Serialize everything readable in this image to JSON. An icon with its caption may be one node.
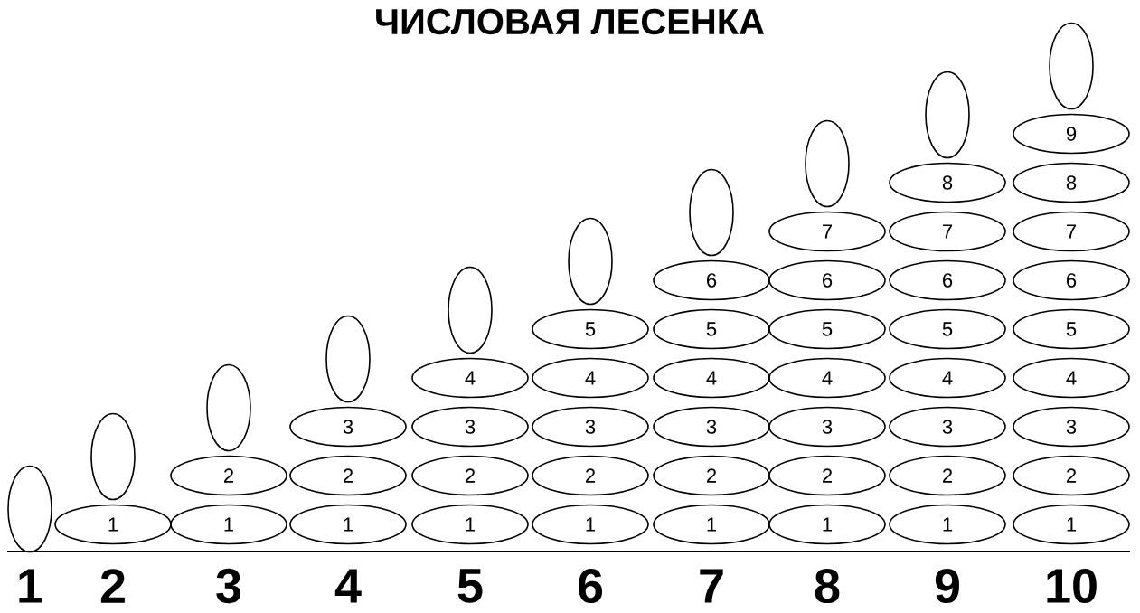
{
  "diagram": {
    "title": "ЧИСЛОВАЯ ЛЕСЕНКА",
    "nodes": [
      {
        "text": [],
        "shape": "ellipse"
      },
      {
        "text": [
          "1"
        ]
      },
      {
        "text": [],
        "shape": "ellipse"
      },
      {
        "text": [
          "1"
        ]
      },
      {
        "text": [
          "2"
        ]
      },
      {
        "text": [],
        "shape": "ellipse"
      },
      {
        "text": [
          "1"
        ]
      },
      {
        "text": [
          "2"
        ]
      },
      {
        "text": [
          "3"
        ]
      },
      {
        "text": [],
        "shape": "ellipse"
      },
      {
        "text": [
          "1"
        ]
      },
      {
        "text": [
          "2"
        ]
      },
      {
        "text": [
          "3"
        ]
      },
      {
        "text": [
          "4"
        ]
      },
      {
        "text": [],
        "shape": "ellipse"
      },
      {
        "text": [
          "1"
        ]
      },
      {
        "text": [
          "2"
        ]
      },
      {
        "text": [
          "3"
        ]
      },
      {
        "text": [
          "4"
        ]
      },
      {
        "text": [
          "5"
        ]
      },
      {
        "text": [],
        "shape": "ellipse"
      },
      {
        "text": [
          "1"
        ]
      },
      {
        "text": [
          "2"
        ]
      },
      {
        "text": [
          "3"
        ]
      },
      {
        "text": [
          "4"
        ]
      },
      {
        "text": [
          "5"
        ]
      },
      {
        "text": [
          "6"
        ]
      },
      {
        "text": [],
        "shape": "ellipse"
      },
      {
        "text": [
          "1"
        ]
      },
      {
        "text": [
          "2"
        ]
      },
      {
        "text": [
          "3"
        ]
      },
      {
        "text": [
          "4"
        ]
      },
      {
        "text": [
          "5"
        ]
      },
      {
        "text": [
          "6"
        ]
      },
      {
        "text": [
          "7"
        ]
      },
      {
        "text": [],
        "shape": "ellipse"
      },
      {
        "text": [
          "1"
        ]
      },
      {
        "text": [
          "2"
        ]
      },
      {
        "text": [
          "3"
        ]
      },
      {
        "text": [
          "4"
        ]
      },
      {
        "text": [
          "5"
        ]
      },
      {
        "text": [
          "6"
        ]
      },
      {
        "text": [
          "7"
        ]
      },
      {
        "text": [
          "8"
        ]
      },
      {
        "text": [],
        "shape": "ellipse"
      },
      {
        "text": [
          "1"
        ]
      },
      {
        "text": [
          "2"
        ]
      },
      {
        "text": [
          "3"
        ]
      },
      {
        "text": [
          "4"
        ]
      },
      {
        "text": [
          "5"
        ]
      },
      {
        "text": [
          "6"
        ]
      },
      {
        "text": [
          "7"
        ]
      },
      {
        "text": [
          "8"
        ]
      },
      {
        "text": [
          "9"
        ]
      },
      {
        "text": [],
        "shape": "ellipse"
      }
    ],
    "labels": [
      "1",
      "2",
      "3",
      "4",
      "5",
      "6",
      "7",
      "8",
      "9",
      "10"
    ]
  }
}
